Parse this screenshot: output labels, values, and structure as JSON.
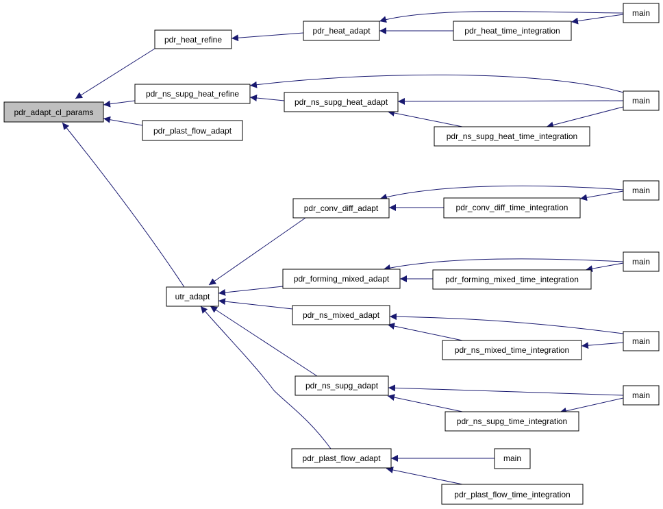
{
  "graph": {
    "nodes": {
      "root": "pdr_adapt_cl_params",
      "heat_refine": "pdr_heat_refine",
      "ns_supg_heat_refine": "pdr_ns_supg_heat_refine",
      "plast_flow_adapt_a": "pdr_plast_flow_adapt",
      "utr_adapt": "utr_adapt",
      "heat_adapt": "pdr_heat_adapt",
      "heat_time": "pdr_heat_time_integration",
      "ns_supg_heat_adapt": "pdr_ns_supg_heat_adapt",
      "ns_supg_heat_time": "pdr_ns_supg_heat_time_integration",
      "conv_diff_adapt": "pdr_conv_diff_adapt",
      "conv_diff_time": "pdr_conv_diff_time_integration",
      "forming_mixed_adapt": "pdr_forming_mixed_adapt",
      "forming_mixed_time": "pdr_forming_mixed_time_integration",
      "ns_mixed_adapt": "pdr_ns_mixed_adapt",
      "ns_mixed_time": "pdr_ns_mixed_time_integration",
      "ns_supg_adapt": "pdr_ns_supg_adapt",
      "ns_supg_time": "pdr_ns_supg_time_integration",
      "plast_flow_adapt_b": "pdr_plast_flow_adapt",
      "plast_flow_time": "pdr_plast_flow_time_integration",
      "main_1": "main",
      "main_2": "main",
      "main_3": "main",
      "main_4": "main",
      "main_5": "main",
      "main_6": "main",
      "main_7": "main"
    },
    "colors": {
      "edge": "#191970",
      "root_fill": "#bfbfbf",
      "node_fill": "#ffffff",
      "node_border": "#000000"
    }
  }
}
